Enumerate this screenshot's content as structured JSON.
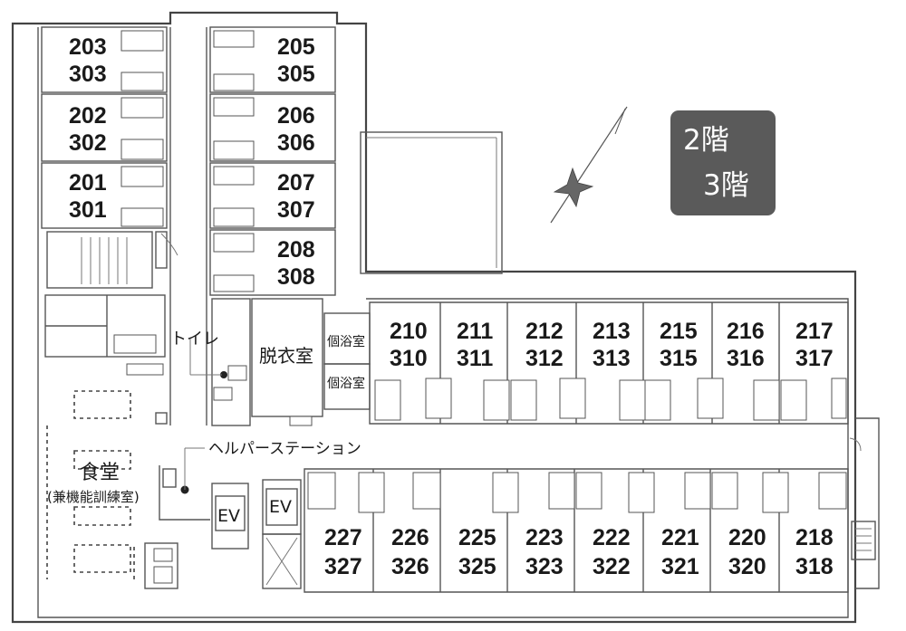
{
  "floor_badge": {
    "line1": "2階",
    "line2": "3階",
    "color": "#5a5a5a"
  },
  "rooms": [
    {
      "id": "r203",
      "line1": "203",
      "line2": "303"
    },
    {
      "id": "r202",
      "line1": "202",
      "line2": "302"
    },
    {
      "id": "r201",
      "line1": "201",
      "line2": "301"
    },
    {
      "id": "r205",
      "line1": "205",
      "line2": "305"
    },
    {
      "id": "r206",
      "line1": "206",
      "line2": "306"
    },
    {
      "id": "r207",
      "line1": "207",
      "line2": "307"
    },
    {
      "id": "r208",
      "line1": "208",
      "line2": "308"
    },
    {
      "id": "r210",
      "line1": "210",
      "line2": "310"
    },
    {
      "id": "r211",
      "line1": "211",
      "line2": "311"
    },
    {
      "id": "r212",
      "line1": "212",
      "line2": "312"
    },
    {
      "id": "r213",
      "line1": "213",
      "line2": "313"
    },
    {
      "id": "r215",
      "line1": "215",
      "line2": "315"
    },
    {
      "id": "r216",
      "line1": "216",
      "line2": "316"
    },
    {
      "id": "r217",
      "line1": "217",
      "line2": "317"
    },
    {
      "id": "r227",
      "line1": "227",
      "line2": "327"
    },
    {
      "id": "r226",
      "line1": "226",
      "line2": "326"
    },
    {
      "id": "r225",
      "line1": "225",
      "line2": "325"
    },
    {
      "id": "r223",
      "line1": "223",
      "line2": "323"
    },
    {
      "id": "r222",
      "line1": "222",
      "line2": "322"
    },
    {
      "id": "r221",
      "line1": "221",
      "line2": "321"
    },
    {
      "id": "r220",
      "line1": "220",
      "line2": "320"
    },
    {
      "id": "r218",
      "line1": "218",
      "line2": "318"
    }
  ],
  "labels": {
    "toilet": "トイレ",
    "changing_room": "脱衣室",
    "bath1": "個浴室",
    "bath2": "個浴室",
    "dining": "食堂",
    "dining_sub": "(兼機能訓練室)",
    "helper_station": "ヘルパーステーション",
    "ev1": "EV",
    "ev2": "EV"
  },
  "north_icon": "compass-star-icon"
}
